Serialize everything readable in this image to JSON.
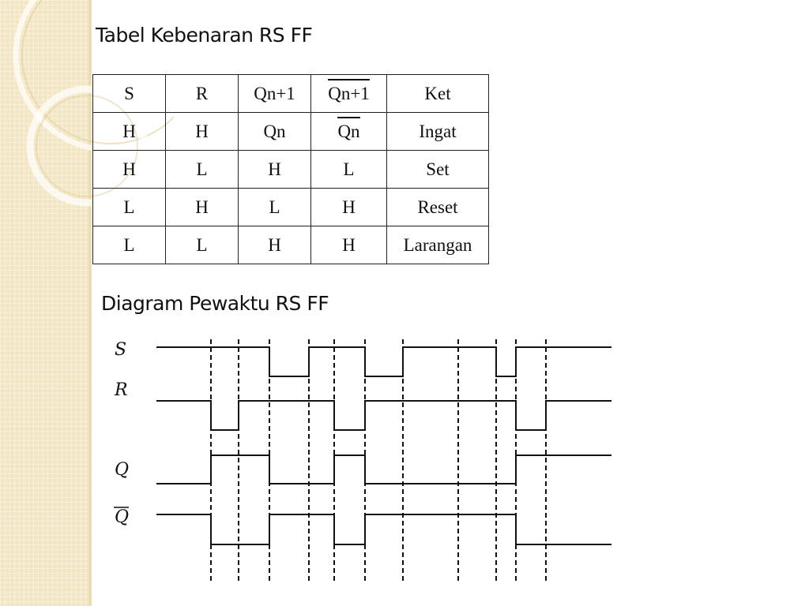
{
  "title": "Tabel Kebenaran RS FF",
  "subtitle": "Diagram Pewaktu RS FF",
  "table": {
    "headers": [
      "S",
      "R",
      "Qn+1",
      "Qn+1",
      "Ket"
    ],
    "header_overline": [
      false,
      false,
      false,
      true,
      false
    ],
    "rows": [
      [
        "H",
        "H",
        "Qn",
        "Qn",
        "Ingat"
      ],
      [
        "H",
        "L",
        "H",
        "L",
        "Set"
      ],
      [
        "L",
        "H",
        "L",
        "H",
        "Reset"
      ],
      [
        "L",
        "L",
        "H",
        "H",
        "Larangan"
      ]
    ],
    "row_overline": [
      [
        false,
        false,
        false,
        true,
        false
      ],
      [
        false,
        false,
        false,
        false,
        false
      ],
      [
        false,
        false,
        false,
        false,
        false
      ],
      [
        false,
        false,
        false,
        false,
        false
      ]
    ]
  },
  "timing": {
    "signals": [
      {
        "label": "S",
        "overline": false,
        "levels": [
          1,
          1,
          1,
          0,
          1,
          1,
          0,
          1,
          1,
          0,
          1,
          1,
          1
        ]
      },
      {
        "label": "R",
        "overline": false,
        "levels": [
          1,
          0,
          1,
          1,
          1,
          0,
          1,
          1,
          1,
          1,
          0,
          1,
          1
        ]
      },
      {
        "label": "Q",
        "overline": false,
        "levels": [
          0,
          1,
          1,
          0,
          0,
          1,
          0,
          0,
          0,
          0,
          1,
          1,
          1
        ]
      },
      {
        "label": "Q",
        "overline": true,
        "levels": [
          1,
          0,
          0,
          1,
          1,
          0,
          1,
          1,
          1,
          1,
          0,
          0,
          0
        ]
      }
    ]
  },
  "colors": {
    "sidebar": "#f3e6c4",
    "line": "#111111"
  }
}
